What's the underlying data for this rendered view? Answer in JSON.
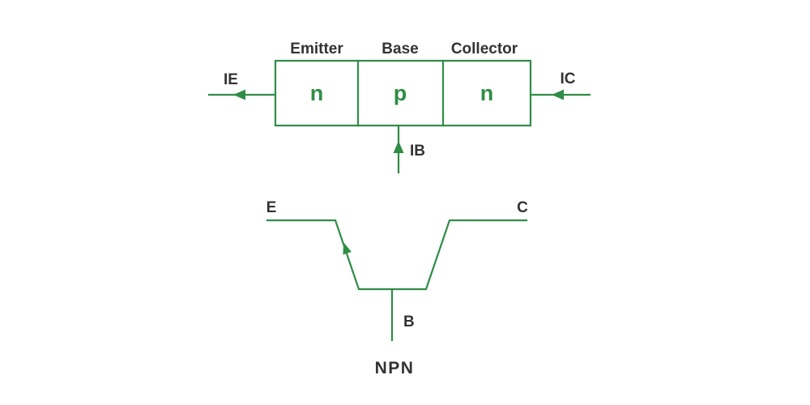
{
  "colors": {
    "green": "#2f8d46",
    "text": "#333333",
    "background": "#ffffff"
  },
  "block_diagram": {
    "headers": {
      "emitter": "Emitter",
      "base": "Base",
      "collector": "Collector"
    },
    "regions": {
      "emitter": "n",
      "base": "p",
      "collector": "n"
    },
    "currents": {
      "emitter": "IE",
      "base": "IB",
      "collector": "IC"
    }
  },
  "symbol": {
    "terminals": {
      "emitter": "E",
      "collector": "C",
      "base": "B"
    },
    "caption": "NPN"
  }
}
